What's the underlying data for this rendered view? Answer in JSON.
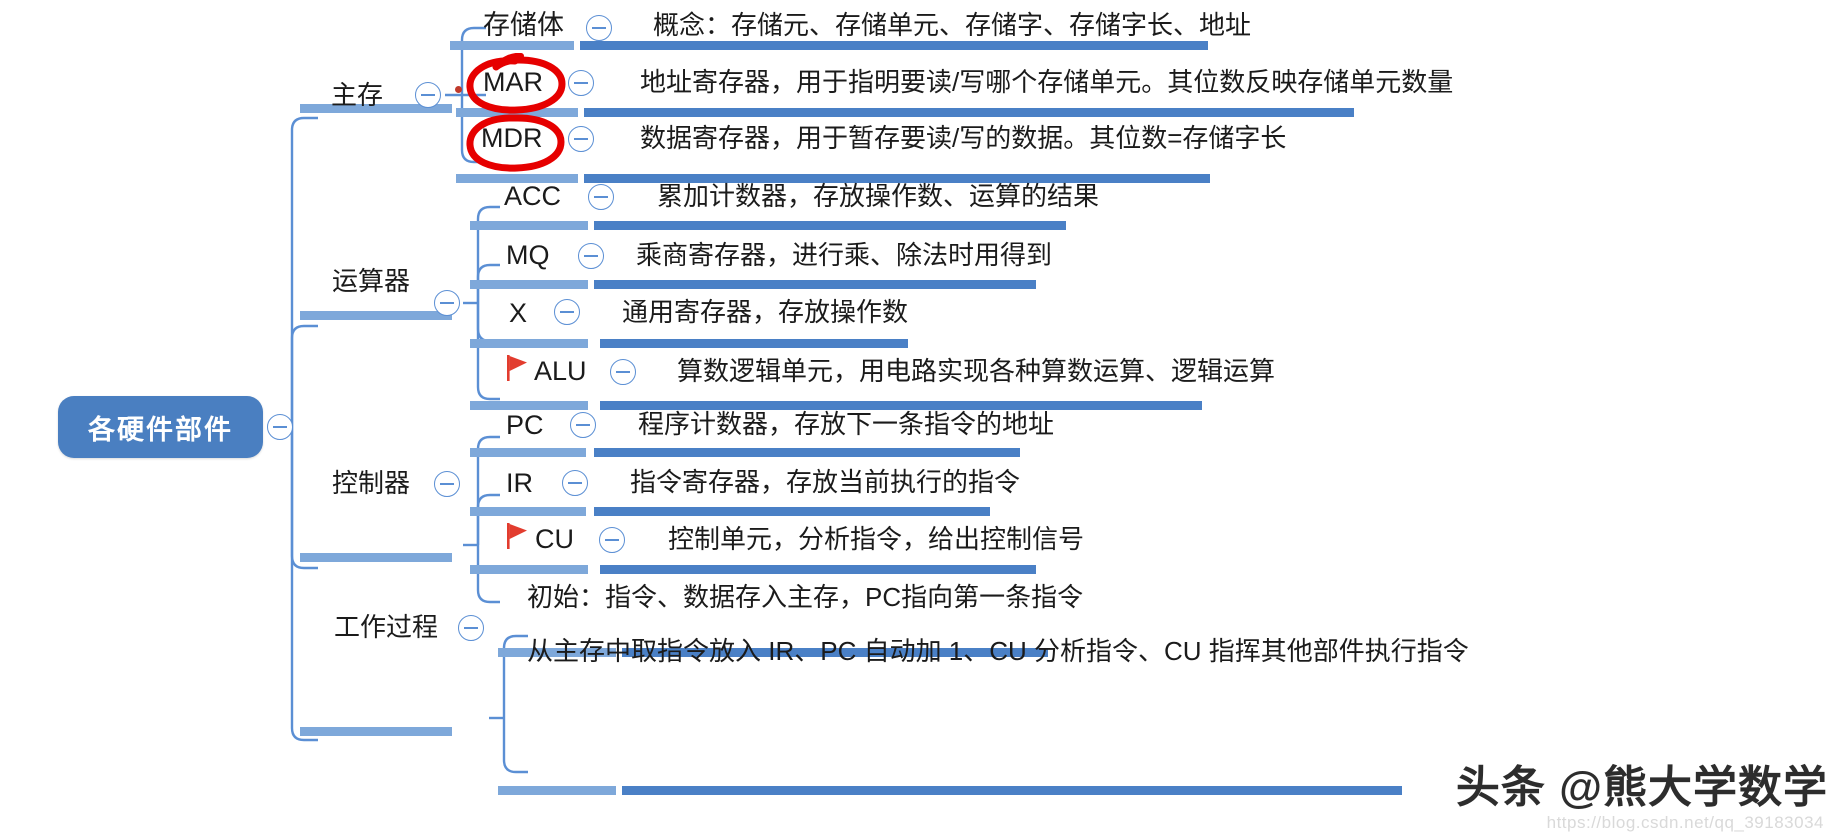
{
  "diagram": {
    "type": "mind-map",
    "title_node": "各硬件部件",
    "orientation": "left-to-right"
  },
  "root": {
    "label": "各硬件部件",
    "collapse_icon": "minus-circle-icon",
    "color": "#4a7fc1",
    "text_color": "#ffffff"
  },
  "branches": [
    {
      "id": "main-memory",
      "label": "主存",
      "collapse_icon": "minus-circle-icon",
      "children": [
        {
          "id": "storage-body",
          "key": "存储体",
          "collapse_icon": "minus-circle-icon",
          "desc": "概念：存储元、存储单元、存储字、存储字长、地址",
          "marker": "none",
          "flag": false
        },
        {
          "id": "mar",
          "key": "MAR",
          "collapse_icon": "minus-circle-icon",
          "desc": "地址寄存器，用于指明要读/写哪个存储单元。其位数反映存储单元数量",
          "marker": "red-circle-annotation",
          "flag": false,
          "bullet_dot": true
        },
        {
          "id": "mdr",
          "key": "MDR",
          "collapse_icon": "minus-circle-icon",
          "desc": "数据寄存器，用于暂存要读/写的数据。其位数=存储字长",
          "marker": "red-circle-annotation",
          "flag": false
        }
      ]
    },
    {
      "id": "alu-unit",
      "label": "运算器",
      "collapse_icon": "minus-circle-icon",
      "children": [
        {
          "id": "acc",
          "key": "ACC",
          "collapse_icon": "minus-circle-icon",
          "desc": "累加计数器，存放操作数、运算的结果",
          "marker": "none",
          "flag": false
        },
        {
          "id": "mq",
          "key": "MQ",
          "collapse_icon": "minus-circle-icon",
          "desc": "乘商寄存器，进行乘、除法时用得到",
          "marker": "none",
          "flag": false
        },
        {
          "id": "x-reg",
          "key": "X",
          "collapse_icon": "minus-circle-icon",
          "desc": "通用寄存器，存放操作数",
          "marker": "none",
          "flag": false
        },
        {
          "id": "alu",
          "key": "ALU",
          "collapse_icon": "minus-circle-icon",
          "desc": "算数逻辑单元，用电路实现各种算数运算、逻辑运算",
          "marker": "none",
          "flag": true,
          "flag_icon": "red-flag-icon"
        }
      ]
    },
    {
      "id": "controller",
      "label": "控制器",
      "collapse_icon": "minus-circle-icon",
      "children": [
        {
          "id": "pc",
          "key": "PC",
          "collapse_icon": "minus-circle-icon",
          "desc": "程序计数器，存放下一条指令的地址",
          "marker": "none",
          "flag": false
        },
        {
          "id": "ir",
          "key": "IR",
          "collapse_icon": "minus-circle-icon",
          "desc": "指令寄存器，存放当前执行的指令",
          "marker": "none",
          "flag": false
        },
        {
          "id": "cu",
          "key": "CU",
          "collapse_icon": "minus-circle-icon",
          "desc": "控制单元，分析指令，给出控制信号",
          "marker": "none",
          "flag": true,
          "flag_icon": "red-flag-icon"
        }
      ]
    },
    {
      "id": "work-process",
      "label": "工作过程",
      "collapse_icon": "minus-circle-icon",
      "children": [
        {
          "id": "init",
          "key": "",
          "collapse_icon": "none",
          "desc": "初始：指令、数据存入主存，PC指向第一条指令",
          "marker": "none",
          "flag": false
        },
        {
          "id": "cycle",
          "key": "",
          "collapse_icon": "none",
          "desc": "从主存中取指令放入 IR、PC 自动加 1、CU 分析指令、CU 指挥其他部件执行指令",
          "marker": "none",
          "flag": false
        }
      ]
    }
  ],
  "watermark": {
    "brand": "头条 @熊大学数学",
    "url": "https://blog.csdn.net/qq_39183034",
    "play_icon": "video-play-icon"
  },
  "colors": {
    "node_blue": "#4a7fc1",
    "underline_blue": "#5b8fd4",
    "wire_blue": "#5b8fd4",
    "marker_red": "#e60000",
    "flag_red": "#e23c2e",
    "text": "#1b1b1b"
  }
}
